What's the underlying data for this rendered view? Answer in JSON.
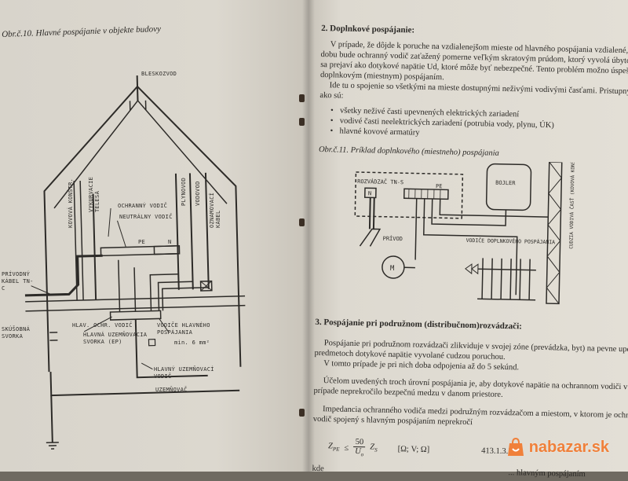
{
  "left_page": {
    "caption": "Obr.č.10. Hlavné pospájanie v objekte budovy",
    "labels": {
      "bleskozvod": "BLESKOZVOD",
      "kovova_konstrukcia": "KOVOVÁ KONŠTR.",
      "vykurovacie_telesa": "VYKURVACIE TELESÁ",
      "ochranny_vodic": "OCHRANNÝ VODIČ",
      "neutralny_vodic": "NEUTRÁLNY VODIČ",
      "plynovod": "PLYNOVOD",
      "vodovod": "VODOVOD",
      "oznamovaci_kabel": "OZNAMOVACÍ KÁBEL",
      "pe": "PE",
      "n": "N",
      "privodny_kabel": "PRÍVODNÝ KÁBEL TN-C",
      "skusobna_svorka": "SKÚŠOBNÁ SVORKA",
      "hlav_ochr_vodic": "HLAV. OCHR. VODIČ",
      "hlavna_uzemnova_svorka": "HLAVNÁ UZEMŇOVACIA SVORKA (EP)",
      "vodice_hlavneho": "VODIČE HLAVNÉHO POSPÁJANIA",
      "min_prierez": "min. 6 mm²",
      "hlavny_uzemnovaci_vodic": "HLAVNÝ UZEMŇOVACÍ VODIČ",
      "uzemnovac": "UZEMŇOVAČ"
    }
  },
  "right_page": {
    "section2_title": "2. Doplnkové pospájanie:",
    "para1": [
      "V prípade, že dôjde k poruche na vzdialenejšom mieste od hlavného pospájania vzdialené, po určitú",
      "dobu bude ochranný vodič zaťažený pomerne veľkým skratovým prúdom, ktorý vyvolá úbytok ΔU, kt",
      "sa prejaví ako dotykové napätie Ud, ktoré môže byť nebezpečné. Tento problém možno úspešne vyrieš",
      "doplnkovým (miestnym) pospájaním.",
      "Ide tu o spojenie so všetkými na mieste dostupnými neživými vodivými časťami. Pristupnými dotyk",
      "ako sú:"
    ],
    "bullets": [
      "všetky neživé časti upevnených elektrických zariadení",
      "vodivé časti neelektrických zariadení (potrubia vody, plynu, ÚK)",
      "hlavné kovové armatúry"
    ],
    "fig_caption": "Obr.č.11. Príklad doplnkového (miestneho) pospájania",
    "fig_labels": {
      "rozvadzac": "ROZVÁDZAČ TN-S",
      "pe": "PE",
      "n": "N",
      "bojler": "BOJLER",
      "privod": "PRÍVOD",
      "m": "M",
      "vodice": "VODIČE DOPLNKOVÉHO POSPÁJANIA",
      "cudzia": "CUDZIA VODIVÁ ČASŤ (KOVOVÁ KONŠTRUKCIA)"
    },
    "section3_title": "3. Pospájanie pri podružnom (distribučnom)rozvádzači:",
    "para2": [
      "Pospájanie pri podružnom rozvádzači zlikviduje v svojej zóne (prevádzka, byt) na pevne upevne",
      "predmetoch dotykové napätie vyvolané cudzou poruchou.",
      "V tomto prípade je pri nich doba odpojenia až do 5 sekúnd."
    ],
    "para3": [
      "Účelom uvedených troch úrovní pospájania je, aby dotykové napätie na ochrannom vodiči v bo",
      "prípade neprekročilo bezpečnú medzu v danom priestore."
    ],
    "para4": [
      "Impedancia ochranného vodiča medzi podružným rozvádzačom a miestom, v ktorom je ochran",
      "vodič spojený s hlavným pospájaním neprekročí"
    ],
    "formula": {
      "lhs": "Z",
      "lhs_sub": "PE",
      "rel": "≤",
      "num": "50",
      "den": "U",
      "den_sub": "o",
      "rhs": "Z",
      "rhs_sub": "S",
      "units": "[Ω; V; Ω]",
      "ref": "413.1.3.5"
    },
    "tail_left": "kde",
    "tail_right": "... hlavným pospájaním"
  },
  "watermark": {
    "text": "nabazar.sk",
    "color": "#f0803a"
  }
}
